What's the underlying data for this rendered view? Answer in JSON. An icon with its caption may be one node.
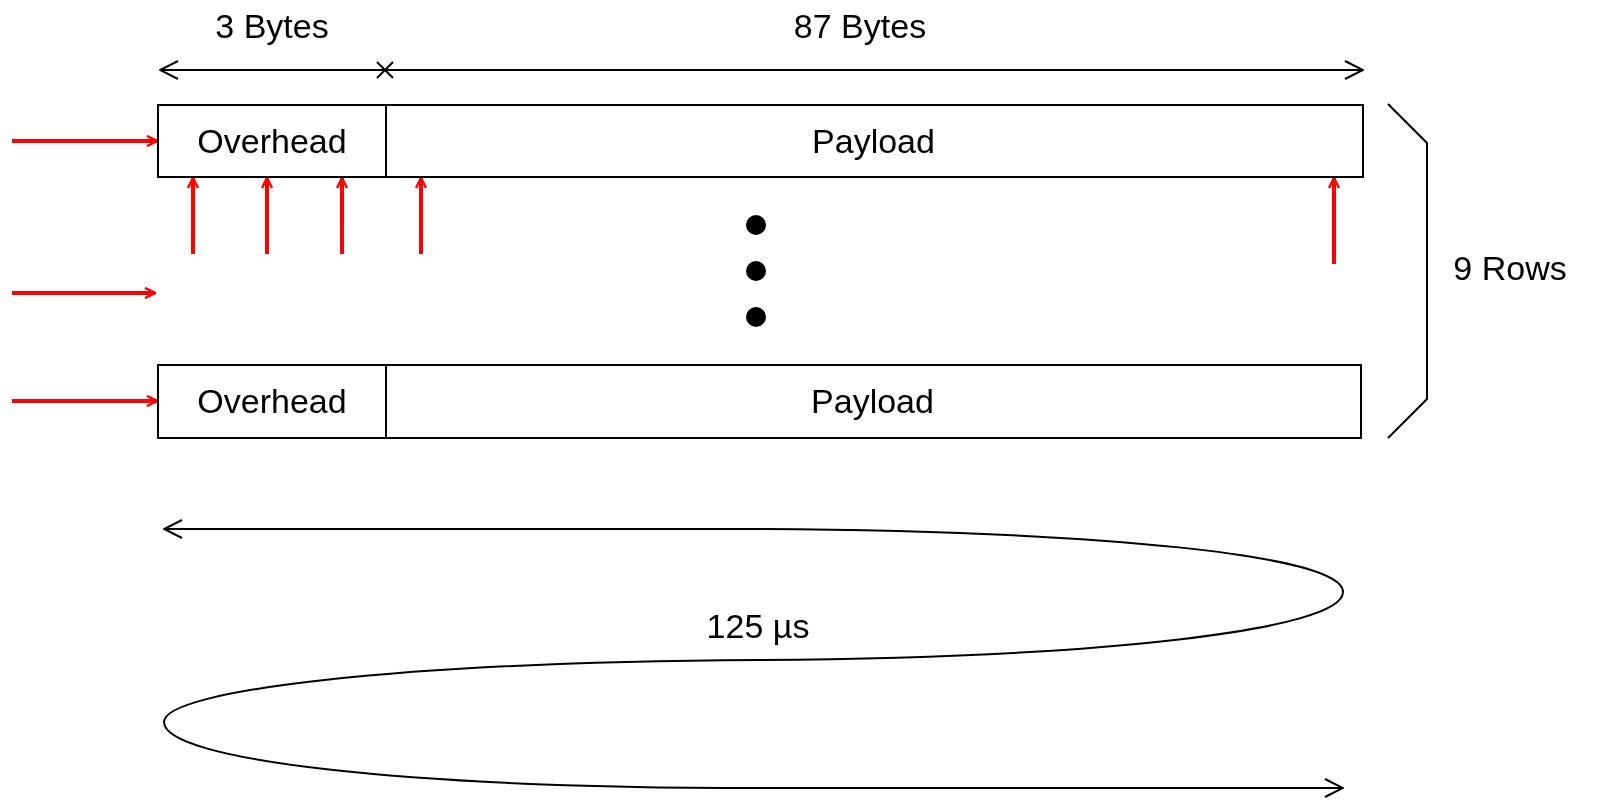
{
  "diagram": {
    "nodes": [
      {
        "text": [
          "Overhead"
        ]
      },
      {
        "text": [
          "Payload"
        ]
      },
      {
        "text": [
          "Overhead"
        ]
      },
      {
        "text": [
          "Payload"
        ]
      }
    ],
    "edges": [
      {
        "from": null,
        "to": 0,
        "arrow": "to"
      },
      {
        "from": null,
        "to": 0,
        "arrow": "to"
      },
      {
        "from": null,
        "to": 0,
        "arrow": "to"
      },
      {
        "from": null,
        "to": 0,
        "arrow": "to"
      },
      {
        "from": null,
        "to": 1,
        "arrow": "to"
      },
      {
        "from": null,
        "to": 1,
        "arrow": "to"
      },
      {
        "from": null,
        "to": 2,
        "arrow": "to"
      }
    ],
    "labels": [
      "3 Bytes",
      "87 Bytes",
      "9 Rows",
      "125 µs"
    ]
  }
}
